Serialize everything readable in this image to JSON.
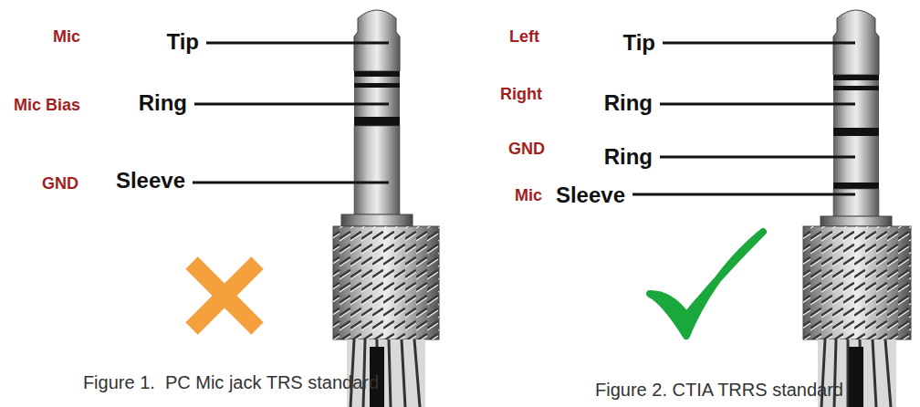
{
  "diagram": {
    "labels": [
      "Mic",
      "Tip",
      "Mic Bias",
      "Ring",
      "GND",
      "Sleeve",
      "Left",
      "Tip",
      "Right",
      "Ring",
      "GND",
      "Ring",
      "Mic",
      "Sleeve",
      "Figure 1.  PC Mic jack TRS standard",
      "Figure 2. CTIA TRRS standard"
    ]
  }
}
